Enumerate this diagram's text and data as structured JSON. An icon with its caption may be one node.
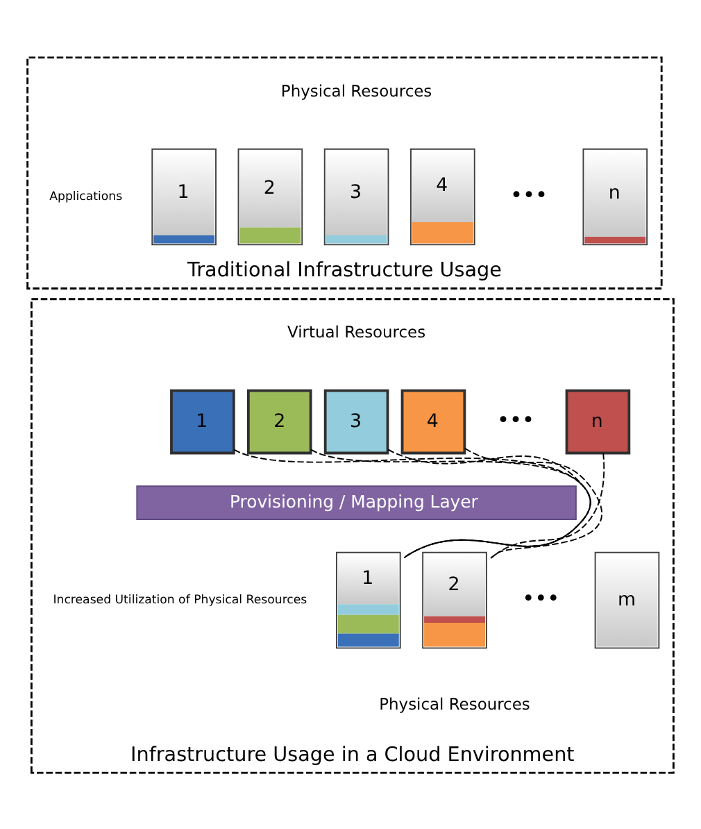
{
  "diagram": {
    "nodes": [
      {
        "text": [
          "Traditional Infrastructure Usage"
        ]
      },
      {
        "text": [
          "1"
        ],
        "in": 0
      },
      {
        "text": [
          "2"
        ],
        "in": 0
      },
      {
        "text": [
          "3"
        ],
        "in": 0
      },
      {
        "text": [
          "4"
        ],
        "in": 0
      },
      {
        "text": [
          "n"
        ],
        "in": 0
      },
      {
        "text": [
          "Infrastructure Usage in a Cloud Environment"
        ]
      },
      {
        "text": [
          "1"
        ],
        "in": 6
      },
      {
        "text": [
          "2"
        ],
        "in": 6
      },
      {
        "text": [
          "3"
        ],
        "in": 6
      },
      {
        "text": [
          "4"
        ],
        "in": 6
      },
      {
        "text": [
          "n"
        ],
        "in": 6
      },
      {
        "text": [
          "Provisioning / Mapping Layer"
        ],
        "in": 6
      },
      {
        "text": [
          "1"
        ],
        "in": 6
      },
      {
        "text": [
          "2"
        ],
        "in": 6
      },
      {
        "text": [
          "m"
        ],
        "in": 6
      }
    ],
    "edges": [
      {
        "from": 7,
        "to": 13,
        "arrow": "none",
        "style": "dashed"
      },
      {
        "from": 8,
        "to": 13,
        "arrow": "none",
        "style": "dashed"
      },
      {
        "from": 9,
        "to": 13,
        "arrow": "none",
        "style": "dashed"
      },
      {
        "from": 10,
        "to": 14,
        "arrow": "none",
        "style": "dashed"
      },
      {
        "from": 11,
        "to": 14,
        "arrow": "none",
        "style": "dashed"
      }
    ],
    "labels": [
      "Physical Resources",
      "Applications",
      "•••",
      "Virtual Resources",
      "•••",
      "Increased Utilization of Physical Resources",
      "•••",
      "Physical Resources"
    ]
  }
}
